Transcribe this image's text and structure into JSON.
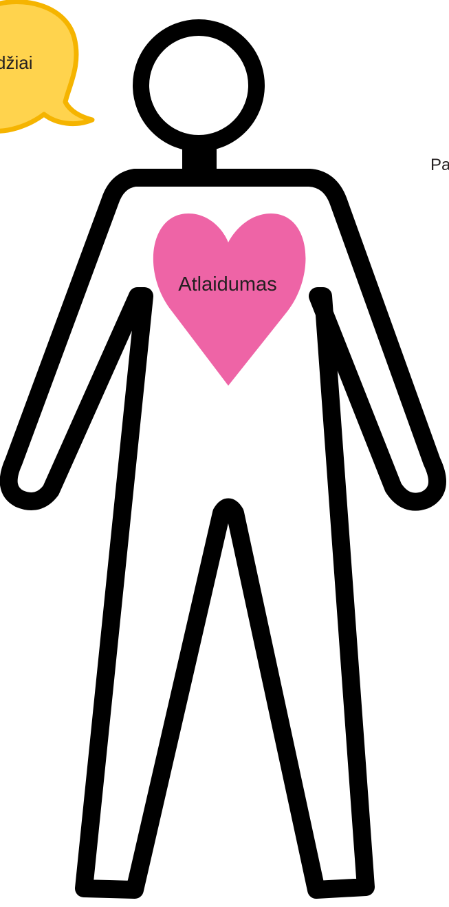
{
  "speech_bubble": {
    "text": "džiai",
    "color": "#ffd34d",
    "stroke_color": "#f5b400"
  },
  "figure": {
    "outline_color": "#000000",
    "fill_color": "#ffffff"
  },
  "heart": {
    "label": "Atlaidumas",
    "color": "#ee64a6"
  },
  "side_label": {
    "text": "Pa"
  }
}
